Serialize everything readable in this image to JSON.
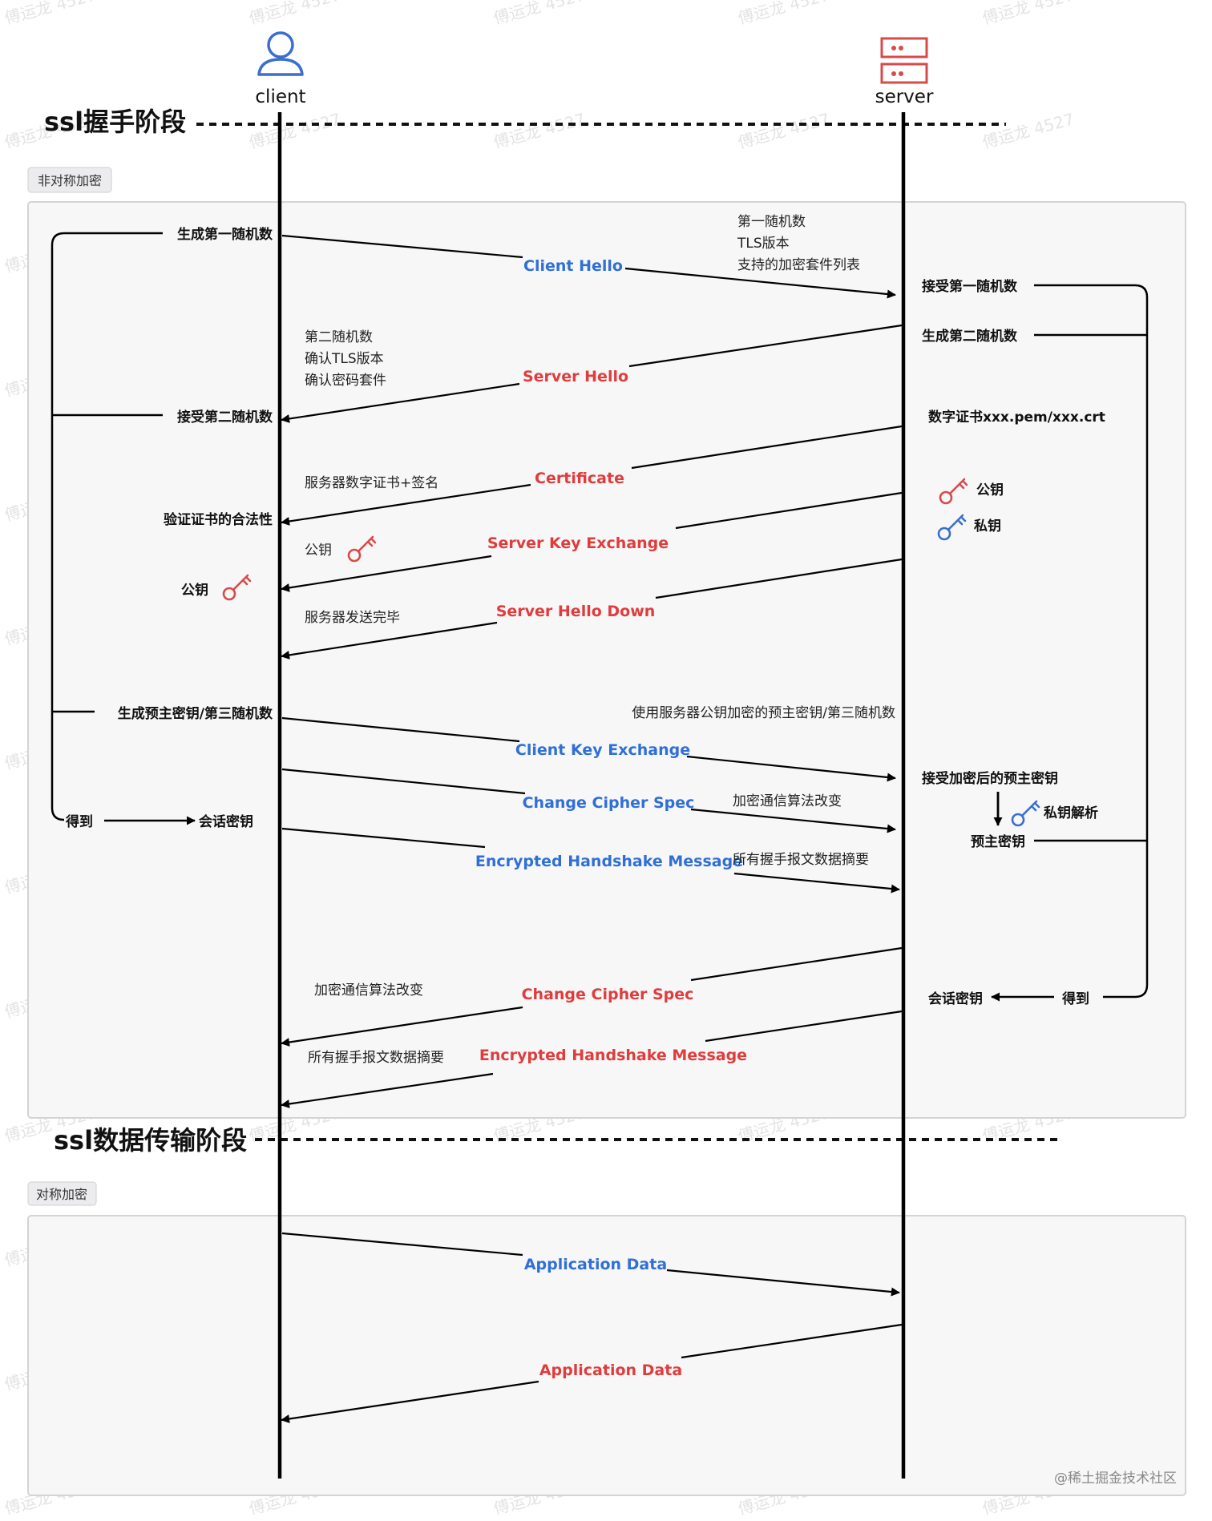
{
  "actors": {
    "client": "client",
    "server": "server"
  },
  "phases": {
    "handshake": {
      "title": "ssl握手阶段",
      "tag": "非对称加密"
    },
    "transfer": {
      "title": "ssl数据传输阶段",
      "tag": "对称加密"
    }
  },
  "messages": {
    "client_hello": "Client Hello",
    "server_hello": "Server Hello",
    "certificate": "Certificate",
    "server_key_exchange": "Server Key Exchange",
    "server_hello_down": "Server Hello Down",
    "client_key_exchange": "Client Key Exchange",
    "change_cipher_spec_c": "Change Cipher Spec",
    "encrypted_handshake_c": "Encrypted Handshake Message",
    "change_cipher_spec_s": "Change Cipher Spec",
    "encrypted_handshake_s": "Encrypted Handshake Message",
    "app_data_c": "Application Data",
    "app_data_s": "Application Data"
  },
  "notes": {
    "client_hello_1": "第一随机数",
    "client_hello_2": "TLS版本",
    "client_hello_3": "支持的加密套件列表",
    "server_hello_1": "第二随机数",
    "server_hello_2": "确认TLS版本",
    "server_hello_3": "确认密码套件",
    "certificate": "服务器数字证书+签名",
    "server_key_exchange": "公钥",
    "server_hello_down": "服务器发送完毕",
    "client_key_exchange": "使用服务器公钥加密的预主密钥/第三随机数",
    "change_cipher_spec_c": "加密通信算法改变",
    "encrypted_handshake_c": "所有握手报文数据摘要",
    "change_cipher_spec_s": "加密通信算法改变",
    "encrypted_handshake_s": "所有握手报文数据摘要"
  },
  "client_side": {
    "gen_first_random": "生成第一随机数",
    "recv_second_random": "接受第二随机数",
    "verify_cert": "验证证书的合法性",
    "public_key": "公钥",
    "gen_premaster": "生成预主密钥/第三随机数",
    "get": "得到",
    "session_key": "会话密钥"
  },
  "server_side": {
    "recv_first_random": "接受第一随机数",
    "gen_second_random": "生成第二随机数",
    "cert_file": "数字证书xxx.pem/xxx.crt",
    "public_key": "公钥",
    "private_key": "私钥",
    "recv_encrypted_premaster": "接受加密后的预主密钥",
    "private_key_decrypt": "私钥解析",
    "premaster_key": "预主密钥",
    "session_key": "会话密钥",
    "get": "得到"
  },
  "watermark": "傅运龙 4527",
  "credit": "@稀土掘金技术社区",
  "colors": {
    "client_message": "#2f6fd6",
    "server_message": "#e03c3c",
    "session_key": "#e3a100",
    "client_icon": "#3a6fd0",
    "server_icon": "#d94a4a"
  }
}
